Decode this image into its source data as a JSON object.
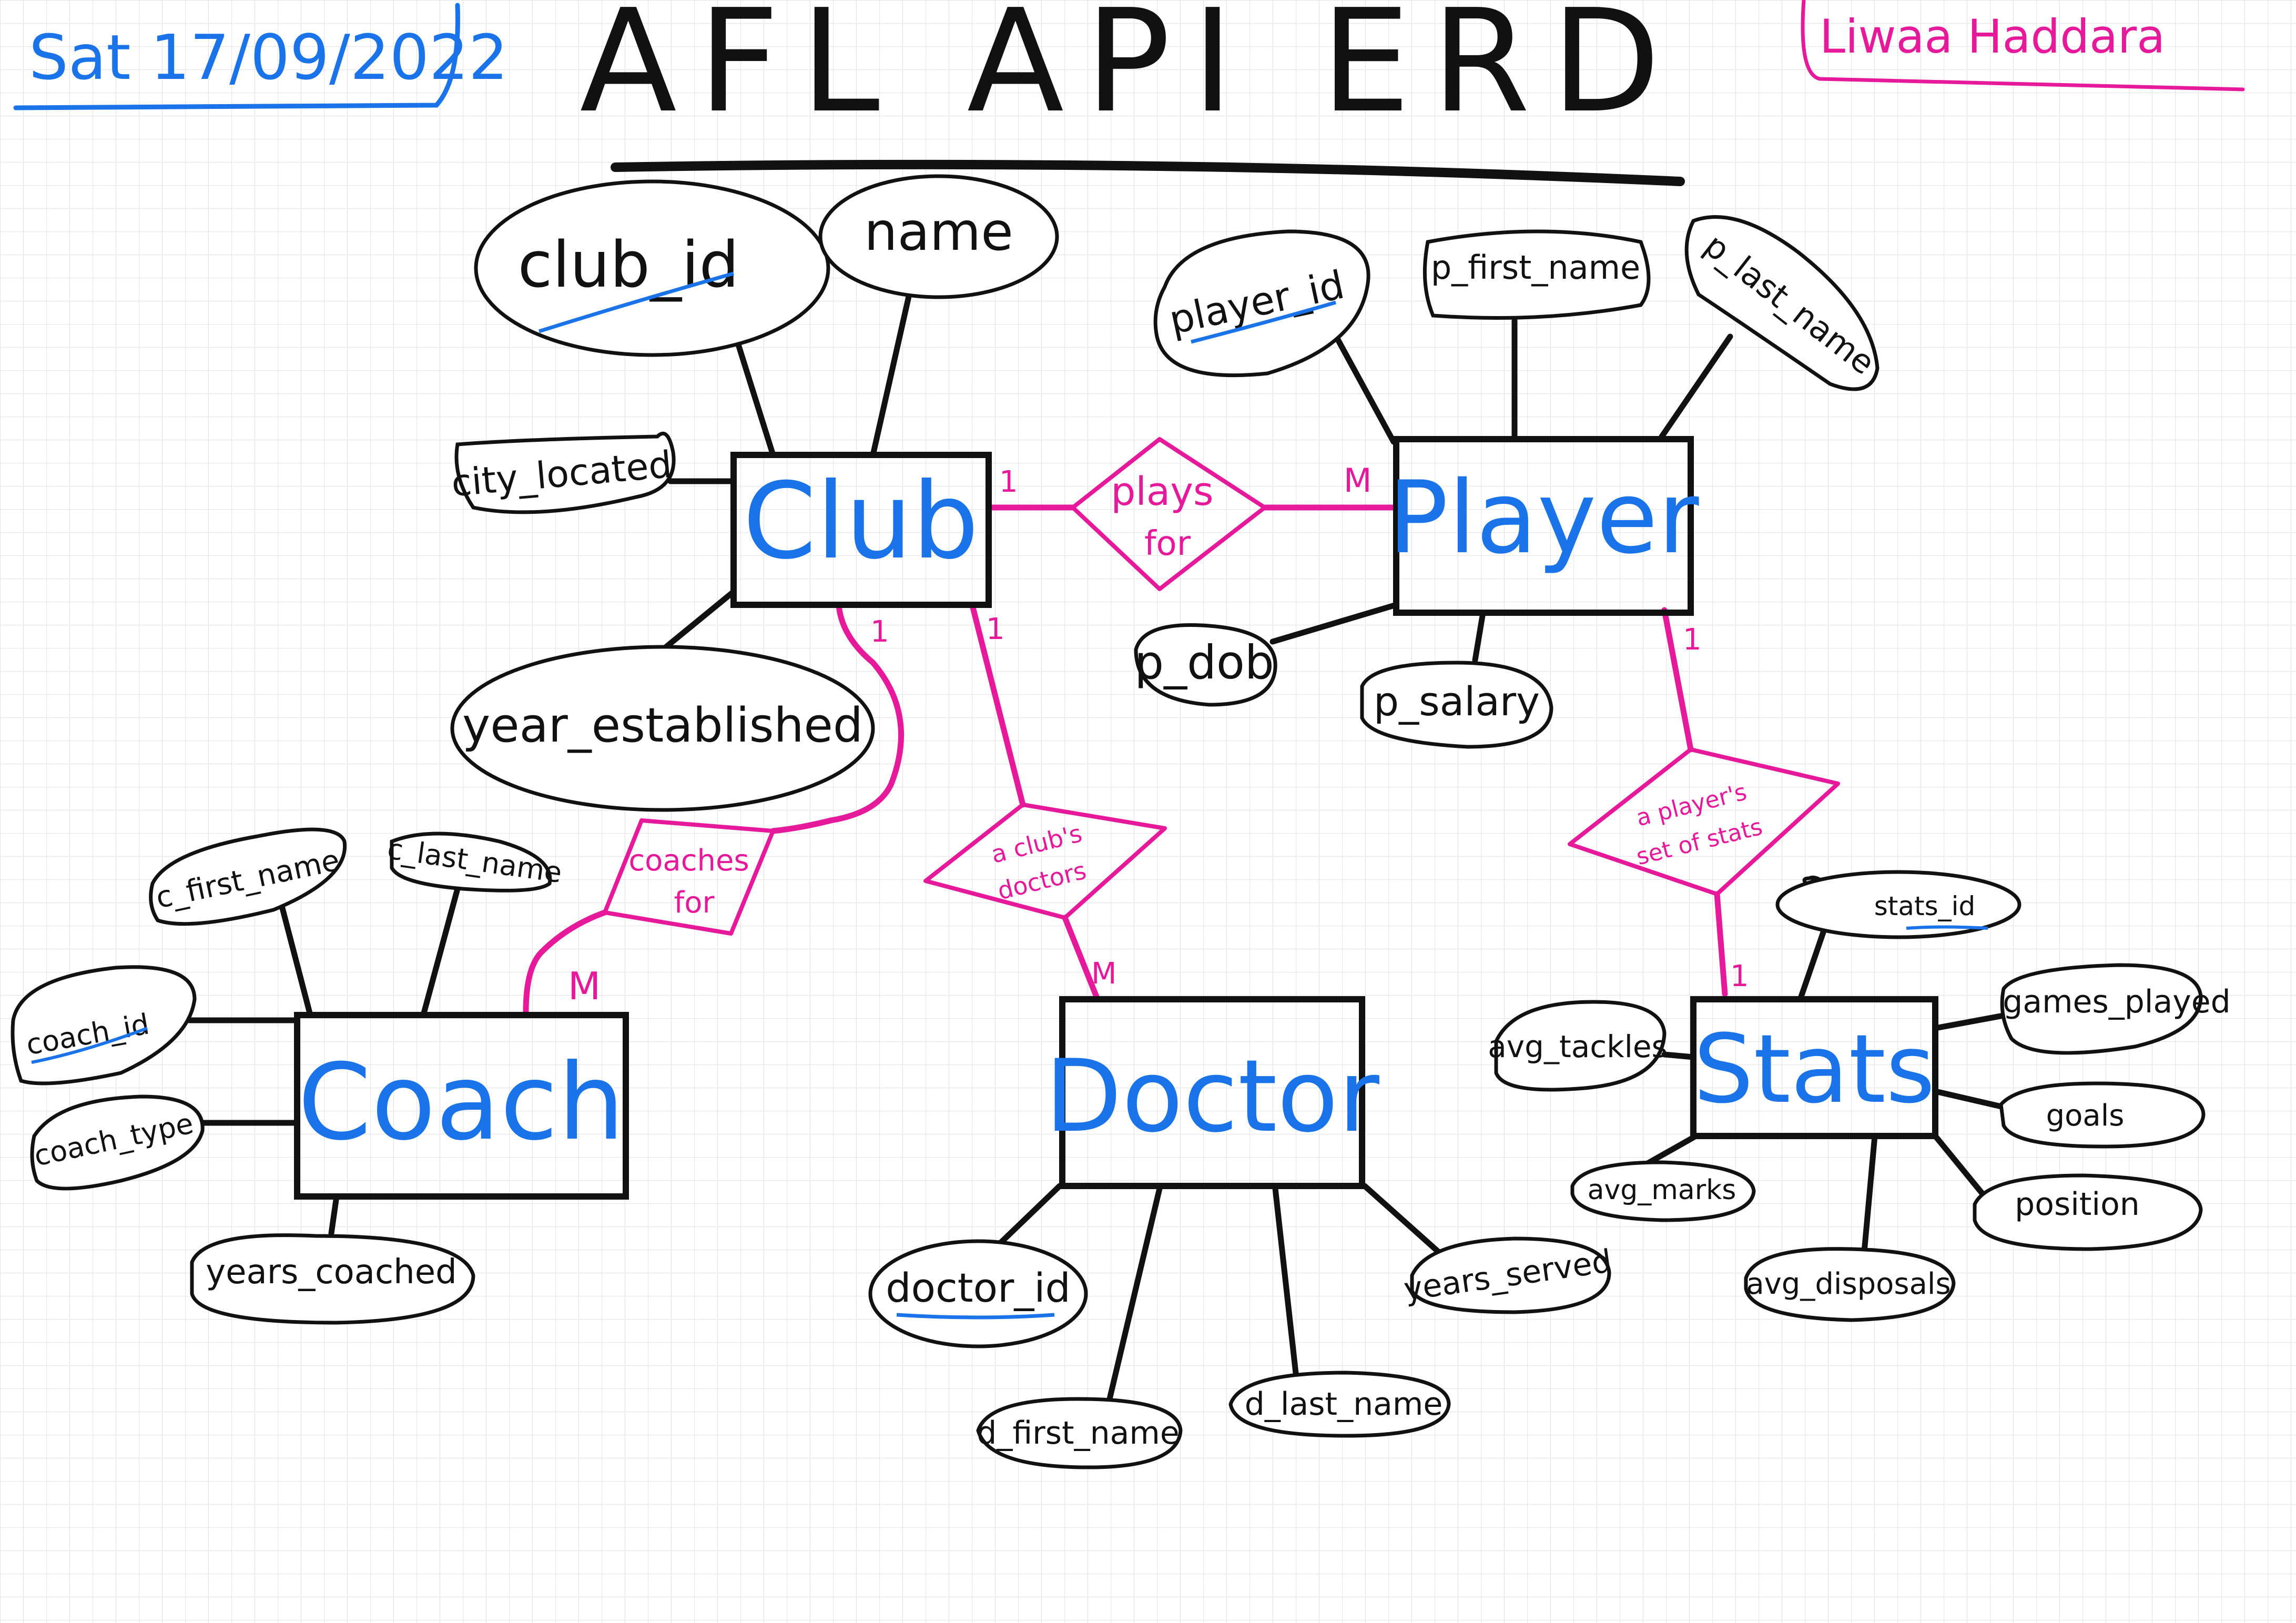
{
  "header": {
    "date": "Sat 17/09/2022",
    "title": "AFL API ERD",
    "author": "Liwaa Haddara"
  },
  "colors": {
    "grid": "#e3e3e3",
    "ink": "#111111",
    "entity_text": "#1a73e8",
    "relationship": "#e6199b",
    "date_ink": "#1a73e8",
    "author_ink": "#e6199b"
  },
  "entities": {
    "club": "Club",
    "player": "Player",
    "coach": "Coach",
    "doctor": "Doctor",
    "stats": "Stats"
  },
  "relationships": {
    "plays_for": [
      "plays",
      "for"
    ],
    "coaches_for": [
      "coaches",
      "for"
    ],
    "club_doctors": [
      "a club's",
      "doctors"
    ],
    "player_stats": [
      "a player's",
      "set of stats"
    ]
  },
  "cardinalities": {
    "club_plays": "1",
    "player_plays": "M",
    "club_coaches": "1",
    "coach_coaches": "M",
    "club_doctors": "1",
    "doctor_doctors": "M",
    "player_stats": "1",
    "stats_stats": "1"
  },
  "attributes": {
    "club": {
      "club_id": "club_id",
      "name": "name",
      "city_located": "city_located",
      "year_established": "year_established"
    },
    "player": {
      "player_id": "player_id",
      "p_first_name": "p_first_name",
      "p_last_name": "p_last_name",
      "p_dob": "p_dob",
      "p_salary": "p_salary"
    },
    "coach": {
      "c_first_name": "c_first_name",
      "c_last_name": "c_last_name",
      "coach_id": "coach_id",
      "coach_type": "coach_type",
      "years_coached": "years_coached"
    },
    "doctor": {
      "doctor_id": "doctor_id",
      "d_first_name": "d_first_name",
      "d_last_name": "d_last_name",
      "years_served": "years_served"
    },
    "stats": {
      "stats_id": "stats_id",
      "games_played": "games_played",
      "avg_tackles": "avg_tackles",
      "goals": "goals",
      "avg_marks": "avg_marks",
      "position": "position",
      "avg_disposals": "avg_disposals"
    }
  }
}
